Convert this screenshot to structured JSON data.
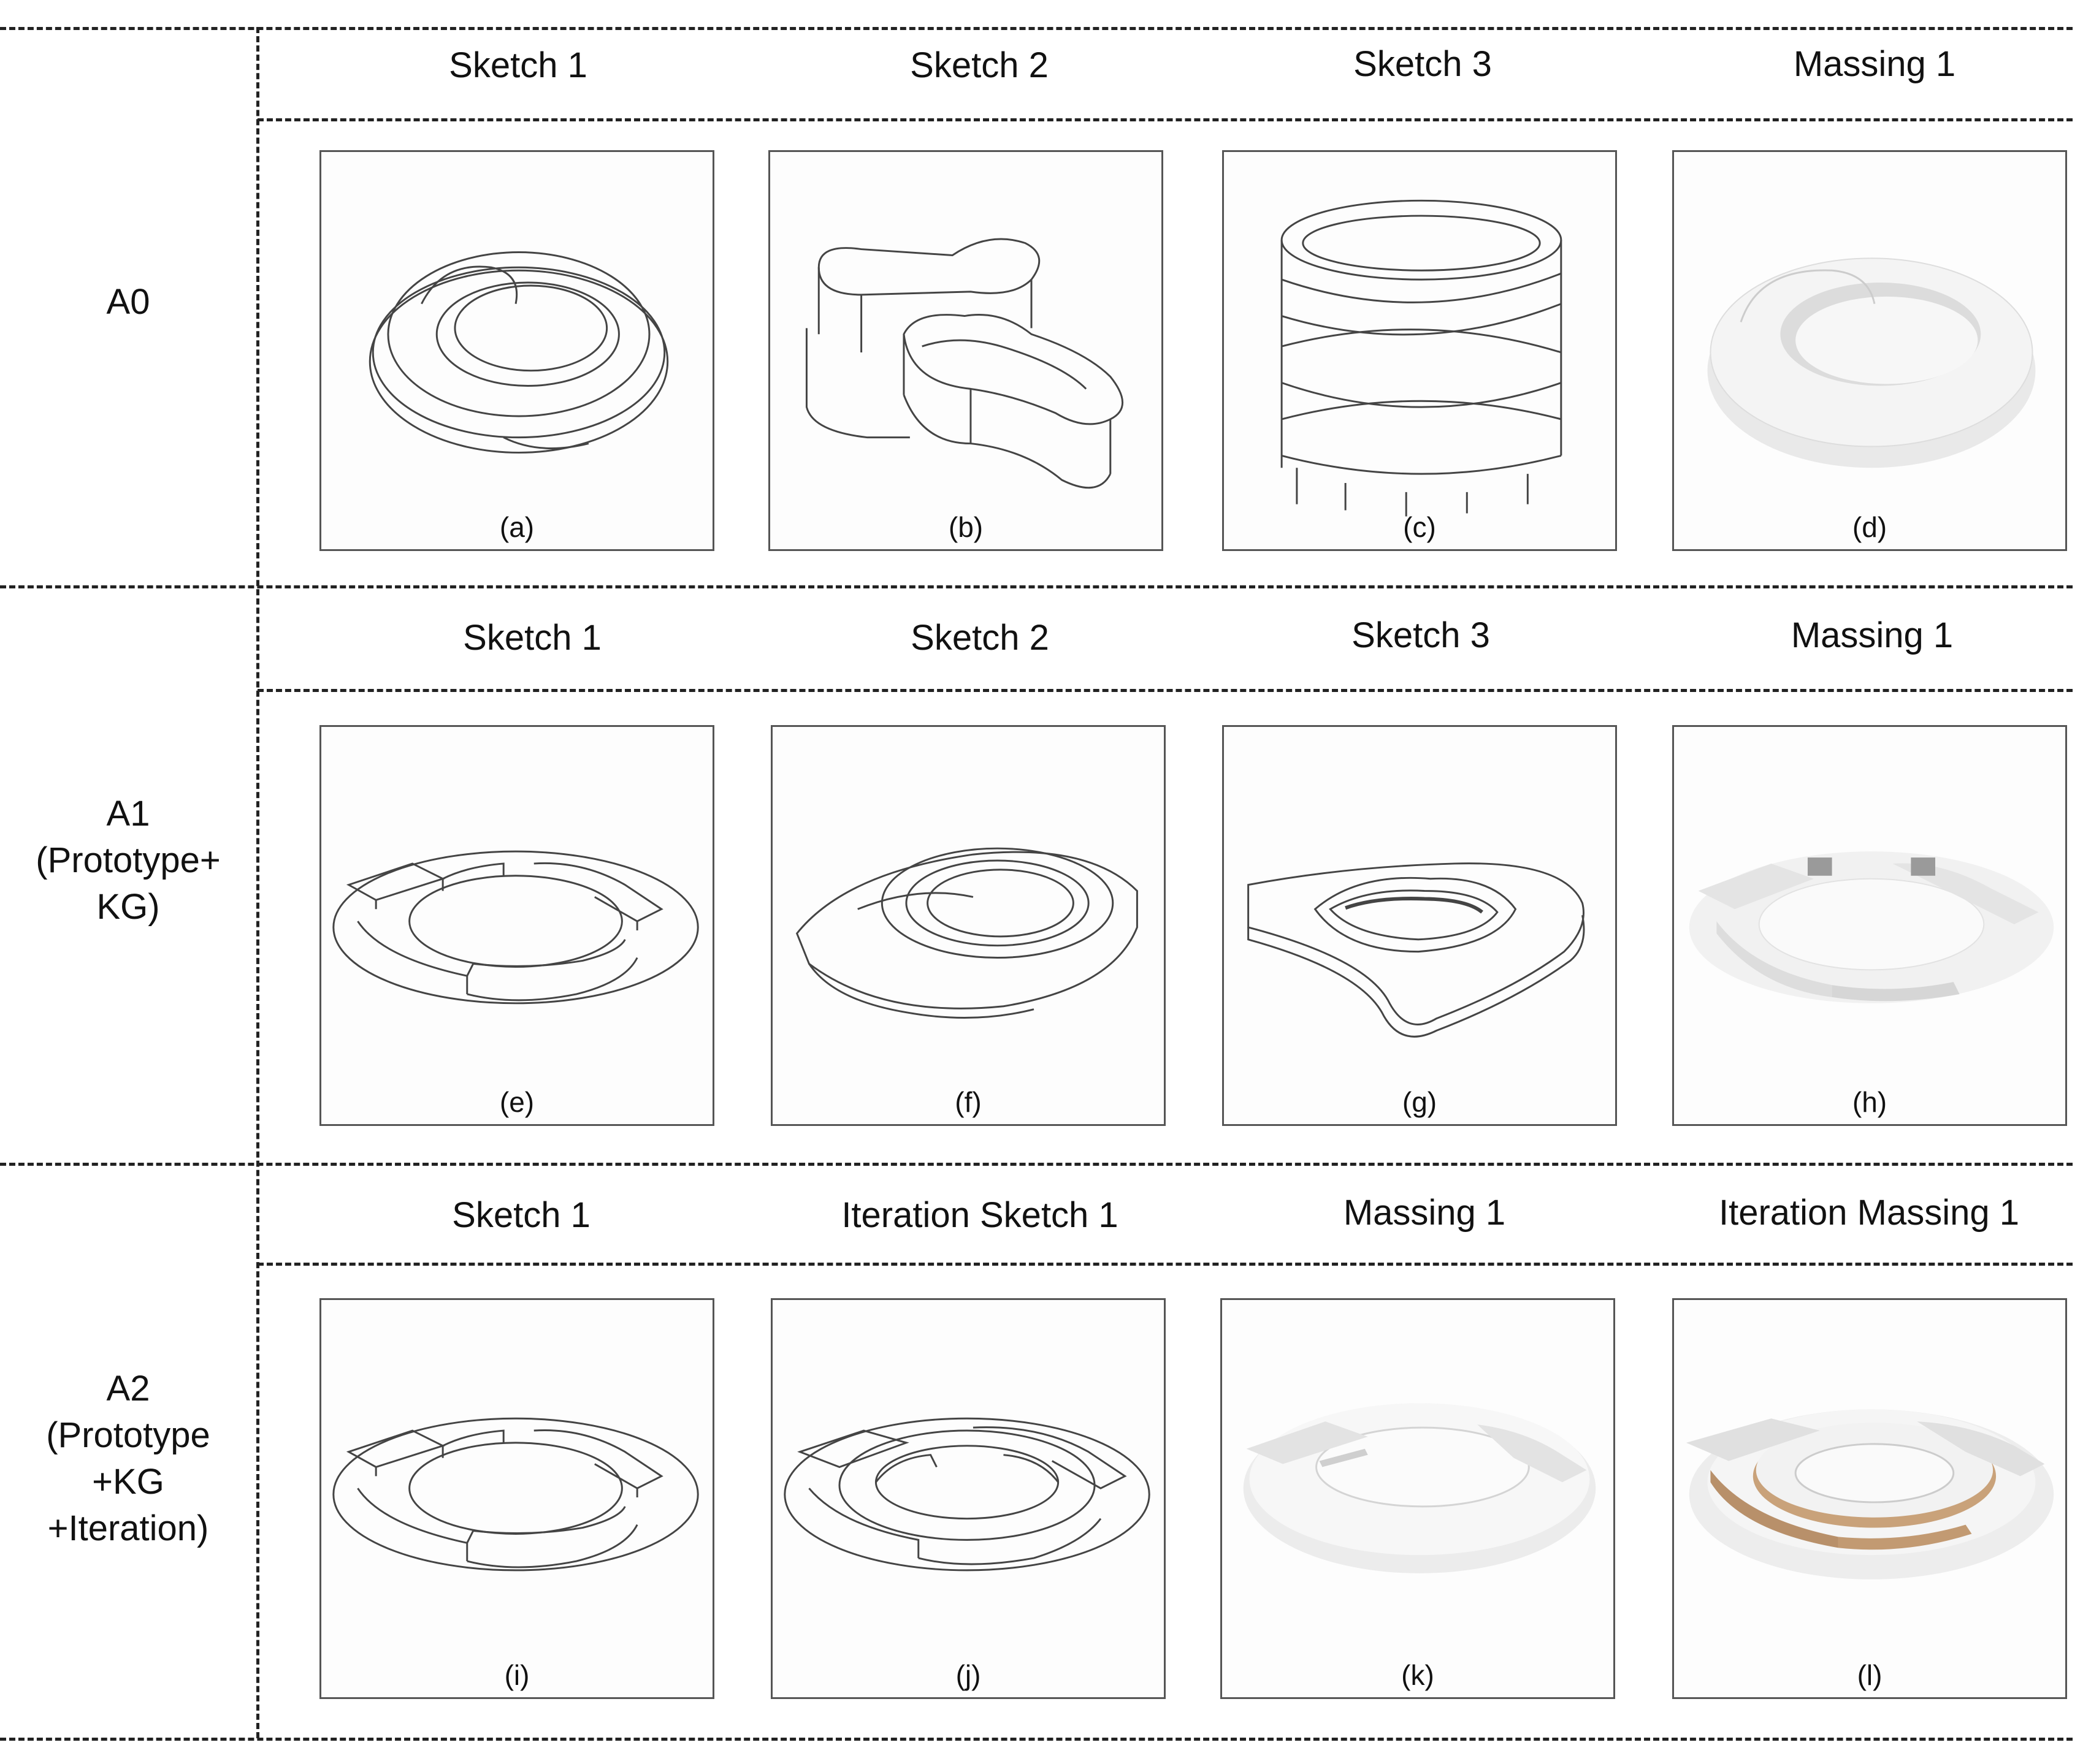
{
  "rows": [
    {
      "label": [
        "A0"
      ],
      "headers": [
        "Sketch 1",
        "Sketch 2",
        "Sketch 3",
        "Massing 1"
      ],
      "panels": [
        {
          "caption": "(a)",
          "kind": "sketch",
          "icon": "loop-ring-sketch"
        },
        {
          "caption": "(b)",
          "kind": "sketch",
          "icon": "stacked-loops-sketch"
        },
        {
          "caption": "(c)",
          "kind": "sketch",
          "icon": "spiral-tower-sketch"
        },
        {
          "caption": "(d)",
          "kind": "massing",
          "icon": "loop-ring-massing"
        }
      ]
    },
    {
      "label": [
        "A1",
        "(Prototype+",
        "KG)"
      ],
      "headers": [
        "Sketch 1",
        "Sketch  2",
        "Sketch  3",
        "Massing 1"
      ],
      "panels": [
        {
          "caption": "(e)",
          "kind": "sketch",
          "icon": "segmented-ring-sketch"
        },
        {
          "caption": "(f)",
          "kind": "sketch",
          "icon": "swirl-ring-sketch"
        },
        {
          "caption": "(g)",
          "kind": "sketch",
          "icon": "stadium-plate-sketch"
        },
        {
          "caption": "(h)",
          "kind": "massing",
          "icon": "segmented-ring-massing"
        }
      ]
    },
    {
      "label": [
        "A2",
        "(Prototype",
        "+KG",
        "+Iteration)"
      ],
      "headers": [
        "Sketch  1",
        "Iteration Sketch 1",
        "Massing 1",
        "Iteration Massing 1"
      ],
      "panels": [
        {
          "caption": "(i)",
          "kind": "sketch",
          "icon": "segmented-ring-sketch"
        },
        {
          "caption": "(j)",
          "kind": "sketch",
          "icon": "double-ring-sketch"
        },
        {
          "caption": "(k)",
          "kind": "massing",
          "icon": "segmented-ring-massing"
        },
        {
          "caption": "(l)",
          "kind": "massing",
          "icon": "double-ring-massing"
        }
      ]
    }
  ]
}
